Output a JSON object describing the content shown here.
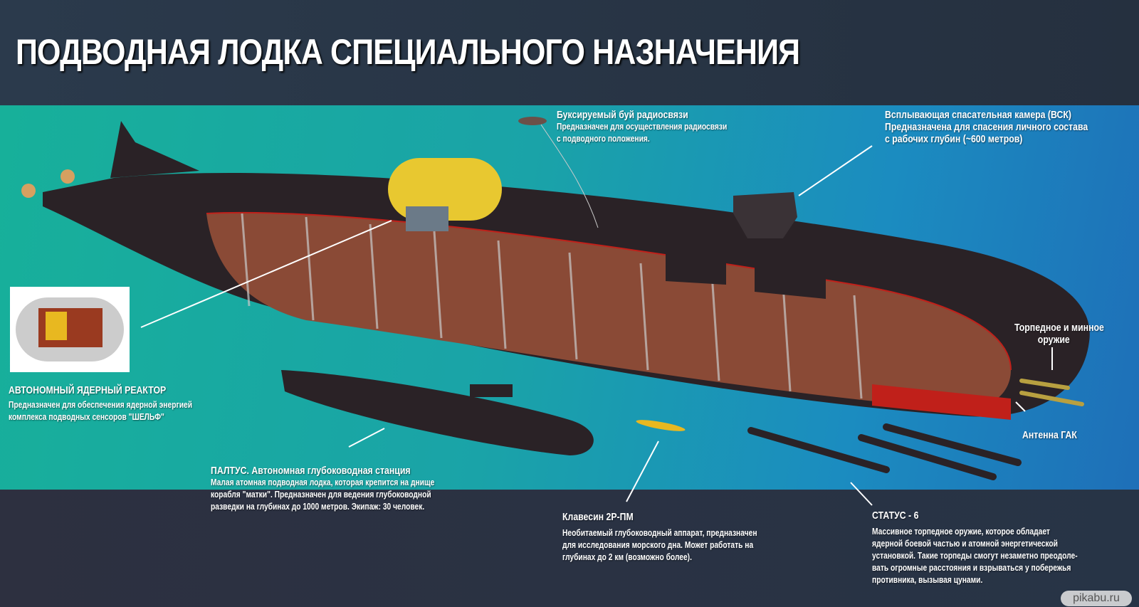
{
  "title": "ПОДВОДНАЯ ЛОДКА СПЕЦИАЛЬНОГО НАЗНАЧЕНИЯ",
  "labels": {
    "buoy": {
      "heading": "Буксируемый буй радиосвязи",
      "lines": [
        "Предназначен для осуществления радиосвязи",
        "с подводного положения."
      ]
    },
    "vsk": {
      "heading": "Всплывающая спасательная камера (ВСК)",
      "lines": [
        "Предназначена для спасения личного состава",
        "с рабочих глубин (~600 метров)"
      ]
    },
    "reactor": {
      "heading": "АВТОНОМНЫЙ ЯДЕРНЫЙ РЕАКТОР",
      "lines": [
        "Предназначен для обеспечения ядерной энергией",
        "комплекса подводных сенсоров \"ШЕЛЬФ\""
      ]
    },
    "torpedo": {
      "lines": [
        "Торпедное и минное",
        "оружие"
      ]
    },
    "sonar": {
      "heading": "Антенна ГАК"
    },
    "paltus": {
      "heading": "ПАЛТУС.  Автономная глубоководная станция",
      "lines": [
        "Малая атомная подводная лодка, которая крепится на днище",
        "корабля \"матки\". Предназначен для ведения глубоководной",
        "разведки на глубинах до 1000 метров. Экипаж: 30 человек."
      ]
    },
    "klavesin": {
      "heading": "Клавесин 2Р-ПМ",
      "lines": [
        "Необитаемый глубоководный аппарат, предназначен",
        "для исследования морского дна. Может работать на",
        "глубинах до 2 км (возможно более)."
      ]
    },
    "status": {
      "heading": "СТАТУС - 6",
      "lines": [
        "Массивное торпедное оружие, которое обладает",
        "ядерной боевой частью и атомной энергетической",
        "установкой. Такие торпеды смогут незаметно преодоле-",
        "вать огромные расстояния и взрываться у побережья",
        "противника, вызывая цунами."
      ]
    }
  },
  "watermark": "pikabu.ru",
  "colors": {
    "hull": "#2a2226",
    "interior": "#8a4a36",
    "accent_red": "#c0201a",
    "buoy_tank": "#e8c830"
  }
}
